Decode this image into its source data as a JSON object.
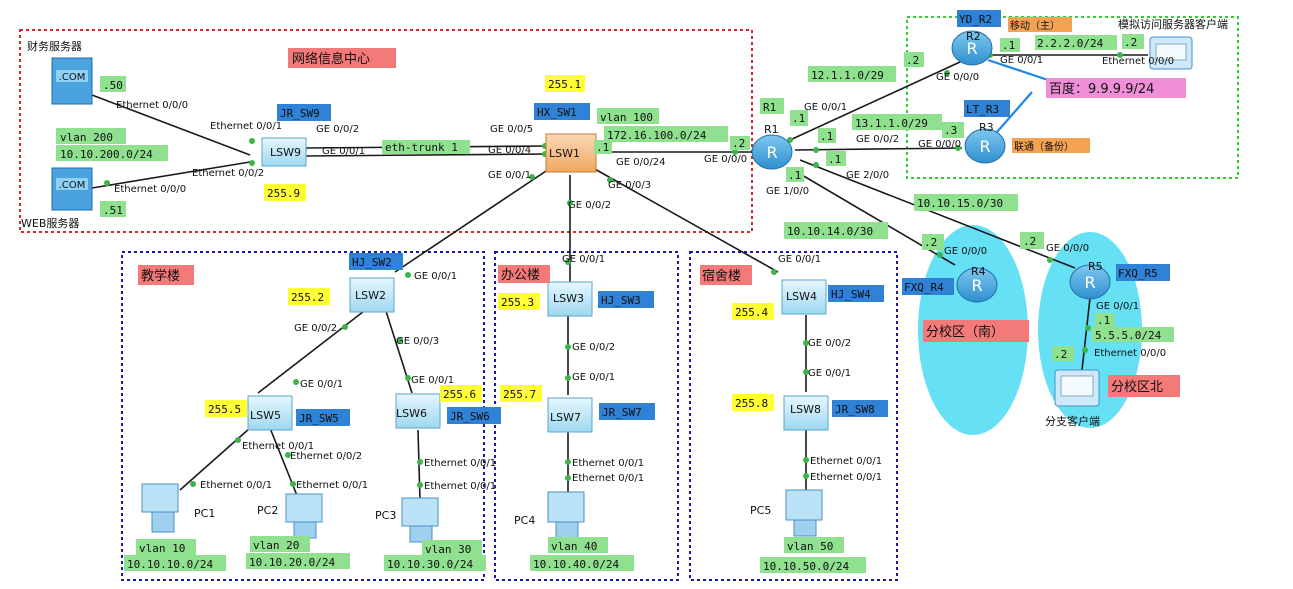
{
  "zones": {
    "netcenter": "网络信息中心",
    "teaching": "教学楼",
    "office": "办公楼",
    "dorm": "宿舍楼",
    "south": "分校区（南）",
    "north": "分校区北"
  },
  "devices": {
    "finance_server": "财务服务器",
    "web_server": "WEB服务器",
    "lsw9": "LSW9",
    "lsw1": "LSW1",
    "lsw2": "LSW2",
    "lsw3": "LSW3",
    "lsw4": "LSW4",
    "lsw5": "LSW5",
    "lsw6": "LSW6",
    "lsw7": "LSW7",
    "lsw8": "LSW8",
    "r1": "R1",
    "r2": "R2",
    "r3": "R3",
    "r4": "R4",
    "r5": "R5",
    "pc1": "PC1",
    "pc2": "PC2",
    "pc3": "PC3",
    "pc4": "PC4",
    "pc5": "PC5",
    "http_client": "模拟访问服务器客户端",
    "branch_client": "分支客户端",
    "com": ".COM"
  },
  "tags": {
    "jr_sw9": "JR_SW9",
    "hx_sw1": "HX_SW1",
    "hj_sw2": "HJ_SW2",
    "hj_sw3": "HJ_SW3",
    "hj_sw4": "HJ_SW4",
    "jr_sw5": "JR_SW5",
    "jr_sw6": "JR_SW6",
    "jr_sw7": "JR_SW7",
    "jr_sw8": "JR_SW8",
    "r1": "R1",
    "yd_r2": "YD_R2",
    "lt_r3": "LT_R3",
    "fxq_r4": "FXQ_R4",
    "fxq_r5": "FXQ_R5",
    "mobile": "移动（主）",
    "unicom": "联通（备份）",
    "baidu": "百度：9.9.9.9/24"
  },
  "yellow": {
    "y2551": "255.1",
    "y2559": "255.9",
    "y2552": "255.2",
    "y2553": "255.3",
    "y2554": "255.4",
    "y2555": "255.5",
    "y2556": "255.6",
    "y2557": "255.7",
    "y2558": "255.8"
  },
  "green": {
    "g50": ".50",
    "g51": ".51",
    "vlan200": "vlan 200",
    "net200": "10.10.200.0/24",
    "trunk": "eth-trunk 1",
    "vlan100": "vlan 100",
    "net100": "172.16.100.0/24",
    "d1a": ".1",
    "d2a": ".2",
    "net12": "12.1.1.0/29",
    "net13": "13.1.1.0/29",
    "d2b": ".2",
    "d3": ".3",
    "d1b": ".1",
    "d1c": ".1",
    "d1d": ".1",
    "d1e": ".1",
    "d1f": ".1",
    "net2": "2.2.2.0/24",
    "d1g": ".1",
    "d2c": ".2",
    "net14": "10.10.14.0/30",
    "net15": "10.10.15.0/30",
    "d2d": ".2",
    "d2e": ".2",
    "net5": "5.5.5.0/24",
    "d1h": ".1",
    "d2f": ".2",
    "vlan10": "vlan 10",
    "net10": "10.10.10.0/24",
    "vlan20": "vlan 20",
    "net20": "10.10.20.0/24",
    "vlan30": "vlan 30",
    "net30": "10.10.30.0/24",
    "vlan40": "vlan 40",
    "net40": "10.10.40.0/24",
    "vlan50": "vlan 50",
    "net50": "10.10.50.0/24"
  },
  "ports": {
    "p1": "Ethernet 0/0/0",
    "p2": "Ethernet 0/0/1",
    "p3": "Ethernet 0/0/2",
    "p4": "Ethernet 0/0/0",
    "p5": "GE 0/0/2",
    "p6": "GE 0/0/1",
    "p7": "GE 0/0/5",
    "p8": "GE 0/0/4",
    "p9": "GE 0/0/1",
    "p10": "GE 0/0/24",
    "p11": "GE 0/0/3",
    "p12": "GE 0/0/2",
    "p13": "GE 0/0/0",
    "p14": "GE 0/0/1",
    "p15": "GE 0/0/2",
    "p16": "GE 1/0/0",
    "p17": "GE 2/0/0",
    "p18": "GE 0/0/0",
    "p19": "GE 0/0/1",
    "p20": "GE 0/0/0",
    "p21": "Ethernet 0/0/0",
    "p22": "GE 0/0/0",
    "p23": "GE 0/0/0",
    "p24": "GE 0/0/0",
    "p25": "GE 0/0/1",
    "p26": "Ethernet 0/0/0",
    "p27": "GE 0/0/1",
    "p28": "GE 0/0/2",
    "p29": "GE 0/0/3",
    "p30": "GE 0/0/1",
    "p31": "GE 0/0/1",
    "p32": "Ethernet 0/0/1",
    "p33": "Ethernet 0/0/2",
    "p34": "Ethernet 0/0/1",
    "p35": "Ethernet 0/0/1",
    "p36": "Ethernet 0/0/1",
    "p37": "Ethernet 0/0/1",
    "p38": "GE 0/0/1",
    "p39": "GE 0/0/2",
    "p40": "GE 0/0/1",
    "p41": "Ethernet 0/0/1",
    "p42": "Ethernet 0/0/1",
    "p43": "GE 0/0/1",
    "p44": "GE 0/0/2",
    "p45": "GE 0/0/1",
    "p46": "Ethernet 0/0/1",
    "p47": "Ethernet 0/0/1"
  },
  "colors": {
    "netcenter_border": "#d62828",
    "teaching_border": "#1a1aa6",
    "r2r3_border": "#33cc33",
    "branch_fill": "#66e0f5",
    "link": "#1a1a1a",
    "baidu_link": "#1e88e5"
  }
}
